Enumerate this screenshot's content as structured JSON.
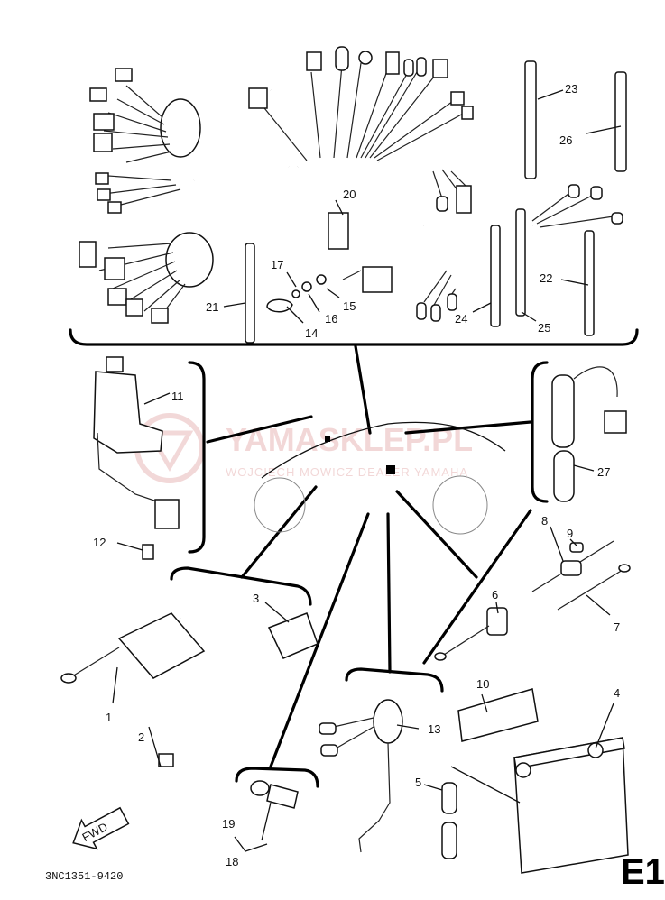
{
  "watermark": {
    "line1": "YAMASKLEP.PL",
    "line2": "WOJCIECH MOWICZ DEALER YAMAHA"
  },
  "parts": [
    {
      "id": "p1",
      "label": "1"
    },
    {
      "id": "p2",
      "label": "2"
    },
    {
      "id": "p3",
      "label": "3"
    },
    {
      "id": "p4",
      "label": "4"
    },
    {
      "id": "p5",
      "label": "5"
    },
    {
      "id": "p6",
      "label": "6"
    },
    {
      "id": "p7",
      "label": "7"
    },
    {
      "id": "p8",
      "label": "8"
    },
    {
      "id": "p9",
      "label": "9"
    },
    {
      "id": "p10",
      "label": "10"
    },
    {
      "id": "p11",
      "label": "11"
    },
    {
      "id": "p12",
      "label": "12"
    },
    {
      "id": "p13",
      "label": "13"
    },
    {
      "id": "p14",
      "label": "14"
    },
    {
      "id": "p15",
      "label": "15"
    },
    {
      "id": "p16",
      "label": "16"
    },
    {
      "id": "p17",
      "label": "17"
    },
    {
      "id": "p18",
      "label": "18"
    },
    {
      "id": "p19",
      "label": "19"
    },
    {
      "id": "p20",
      "label": "20"
    },
    {
      "id": "p21",
      "label": "21"
    },
    {
      "id": "p22",
      "label": "22"
    },
    {
      "id": "p23",
      "label": "23"
    },
    {
      "id": "p24",
      "label": "24"
    },
    {
      "id": "p25",
      "label": "25"
    },
    {
      "id": "p26",
      "label": "26"
    },
    {
      "id": "p27",
      "label": "27"
    }
  ],
  "fwd_label": "FWD",
  "drawing_code": "3NC1351-9420",
  "page_code": "E1"
}
